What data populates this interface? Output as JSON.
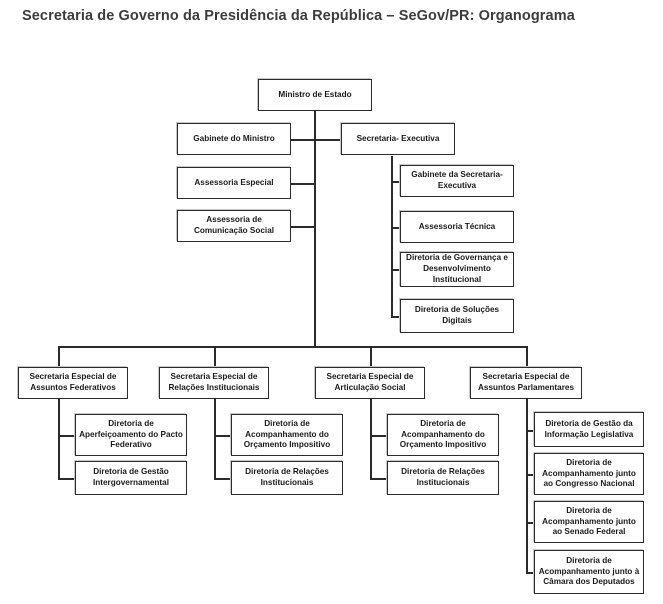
{
  "page": {
    "title": "Secretaria de Governo da Presidência da República – SeGov/PR: Organograma",
    "background_color": "#ffffff",
    "title_color": "#3c3c3c",
    "box_border_color": "#2b2b2b",
    "box_fill_color": "#ffffff",
    "connector_color": "#2b2b2b"
  },
  "chart_data": {
    "type": "diagram",
    "diagram_kind": "organizational-chart",
    "title": "Secretaria de Governo da Presidência da República – SeGov/PR: Organograma",
    "orientation": "top-down",
    "nodes": [
      {
        "id": "ministro",
        "label": "Ministro de Estado",
        "level": 0,
        "parent": null
      },
      {
        "id": "gabinete-ministro",
        "label": "Gabinete do Ministro",
        "level": 1,
        "parent": "ministro"
      },
      {
        "id": "assessoria-especial",
        "label": "Assessoria Especial",
        "level": 1,
        "parent": "ministro"
      },
      {
        "id": "assessoria-comunicacao",
        "label": "Assessoria de Comunicação Social",
        "level": 1,
        "parent": "ministro"
      },
      {
        "id": "secretaria-executiva",
        "label": "Secretaria- Executiva",
        "level": 1,
        "parent": "ministro"
      },
      {
        "id": "gabinete-secretaria-executiva",
        "label": "Gabinete da Secretaria-Executiva",
        "level": 2,
        "parent": "secretaria-executiva"
      },
      {
        "id": "assessoria-tecnica",
        "label": "Assessoria Técnica",
        "level": 2,
        "parent": "secretaria-executiva"
      },
      {
        "id": "diretoria-governanca",
        "label": "Diretoria de Governança e Desenvolvimento Institucional",
        "level": 2,
        "parent": "secretaria-executiva"
      },
      {
        "id": "diretoria-solucoes-digitais",
        "label": "Diretoria de Soluções Digitais",
        "level": 2,
        "parent": "secretaria-executiva"
      },
      {
        "id": "sec-assuntos-federativos",
        "label": "Secretaria Especial de Assuntos Federativos",
        "level": 1,
        "parent": "ministro"
      },
      {
        "id": "dir-pacto-federativo",
        "label": "Diretoria de Aperfeiçoamento do Pacto Federativo",
        "level": 2,
        "parent": "sec-assuntos-federativos"
      },
      {
        "id": "dir-gestao-intergovernamental",
        "label": "Diretoria de Gestão Intergovernamental",
        "level": 2,
        "parent": "sec-assuntos-federativos"
      },
      {
        "id": "sec-relacoes-institucionais",
        "label": "Secretaria Especial de Relações Institucionais",
        "level": 1,
        "parent": "ministro"
      },
      {
        "id": "dir-orcamento-impositivo-ri",
        "label": "Diretoria de Acompanhamento do Orçamento Impositivo",
        "level": 2,
        "parent": "sec-relacoes-institucionais"
      },
      {
        "id": "dir-relacoes-institucionais-ri",
        "label": "Diretoria de Relações Institucionais",
        "level": 2,
        "parent": "sec-relacoes-institucionais"
      },
      {
        "id": "sec-articulacao-social",
        "label": "Secretaria Especial de Articulação Social",
        "level": 1,
        "parent": "ministro"
      },
      {
        "id": "dir-orcamento-impositivo-as",
        "label": "Diretoria de Acompanhamento do Orçamento Impositivo",
        "level": 2,
        "parent": "sec-articulacao-social"
      },
      {
        "id": "dir-relacoes-institucionais-as",
        "label": "Diretoria de Relações Institucionais",
        "level": 2,
        "parent": "sec-articulacao-social"
      },
      {
        "id": "sec-assuntos-parlamentares",
        "label": "Secretaria Especial de Assuntos Parlamentares",
        "level": 1,
        "parent": "ministro"
      },
      {
        "id": "dir-informacao-legislativa",
        "label": "Diretoria de Gestão da Informação Legislativa",
        "level": 2,
        "parent": "sec-assuntos-parlamentares"
      },
      {
        "id": "dir-congresso-nacional",
        "label": "Diretoria de Acompanhamento junto ao Congresso Nacional",
        "level": 2,
        "parent": "sec-assuntos-parlamentares"
      },
      {
        "id": "dir-senado-federal",
        "label": "Diretoria de Acompanhamento junto ao Senado Federal",
        "level": 2,
        "parent": "sec-assuntos-parlamentares"
      },
      {
        "id": "dir-camara-deputados",
        "label": "Diretoria de Acompanhamento junto à Câmara dos Deputados",
        "level": 2,
        "parent": "sec-assuntos-parlamentares"
      }
    ]
  },
  "nodes": {
    "ministro": "Ministro de Estado",
    "gabinete_ministro": "Gabinete do Ministro",
    "assessoria_especial": "Assessoria Especial",
    "assessoria_comunicacao": "Assessoria de Comunicação Social",
    "secretaria_executiva": "Secretaria- Executiva",
    "gabinete_secretaria_executiva": "Gabinete da Secretaria-Executiva",
    "assessoria_tecnica": "Assessoria Técnica",
    "diretoria_governanca": "Diretoria de Governança e Desenvolvimento Institucional",
    "diretoria_solucoes_digitais": "Diretoria de Soluções Digitais",
    "sec_assuntos_federativos": "Secretaria Especial de Assuntos Federativos",
    "dir_pacto_federativo": "Diretoria de Aperfeiçoamento do Pacto Federativo",
    "dir_gestao_intergovernamental": "Diretoria de Gestão Intergovernamental",
    "sec_relacoes_institucionais": "Secretaria Especial de Relações Institucionais",
    "dir_orcamento_impositivo_ri": "Diretoria de Acompanhamento do Orçamento Impositivo",
    "dir_relacoes_institucionais_ri": "Diretoria de Relações Institucionais",
    "sec_articulacao_social": "Secretaria Especial de Articulação Social",
    "dir_orcamento_impositivo_as": "Diretoria de Acompanhamento do Orçamento Impositivo",
    "dir_relacoes_institucionais_as": "Diretoria de Relações Institucionais",
    "sec_assuntos_parlamentares": "Secretaria Especial de Assuntos Parlamentares",
    "dir_informacao_legislativa": "Diretoria de Gestão da Informação Legislativa",
    "dir_congresso_nacional": "Diretoria de Acompanhamento junto ao Congresso Nacional",
    "dir_senado_federal": "Diretoria de Acompanhamento junto ao Senado Federal",
    "dir_camara_deputados": "Diretoria de Acompanhamento junto à Câmara dos Deputados"
  }
}
